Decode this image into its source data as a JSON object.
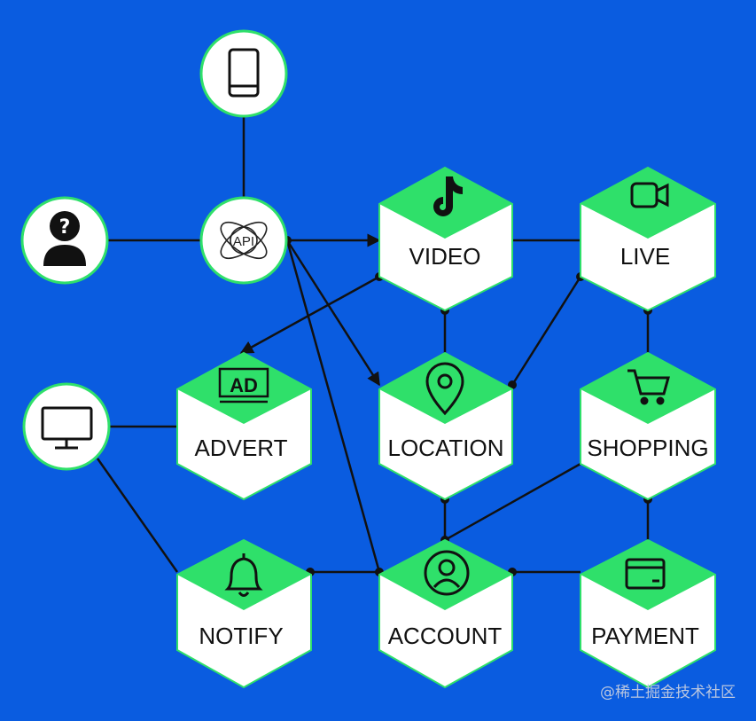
{
  "nodes": {
    "video": {
      "label": "VIDEO",
      "icon": "tiktok-icon"
    },
    "live": {
      "label": "LIVE",
      "icon": "video-camera-icon"
    },
    "advert": {
      "label": "ADVERT",
      "icon": "ad-icon",
      "icon_text": "AD"
    },
    "location": {
      "label": "LOCATION",
      "icon": "location-pin-icon"
    },
    "shopping": {
      "label": "SHOPPING",
      "icon": "shopping-cart-icon"
    },
    "notify": {
      "label": "NOTIFY",
      "icon": "bell-icon"
    },
    "account": {
      "label": "ACCOUNT",
      "icon": "user-icon"
    },
    "payment": {
      "label": "PAYMENT",
      "icon": "card-icon"
    }
  },
  "circles": {
    "phone": {
      "icon": "phone-icon"
    },
    "user": {
      "icon": "unknown-user-icon"
    },
    "api": {
      "icon": "api-icon",
      "text": "API"
    },
    "monitor": {
      "icon": "monitor-icon"
    }
  },
  "watermark": "@稀土掘金技术社区",
  "colors": {
    "background": "#0a5ce0",
    "hex_top": "#2fe06a",
    "hex_body": "#ffffff",
    "line": "#111111"
  }
}
